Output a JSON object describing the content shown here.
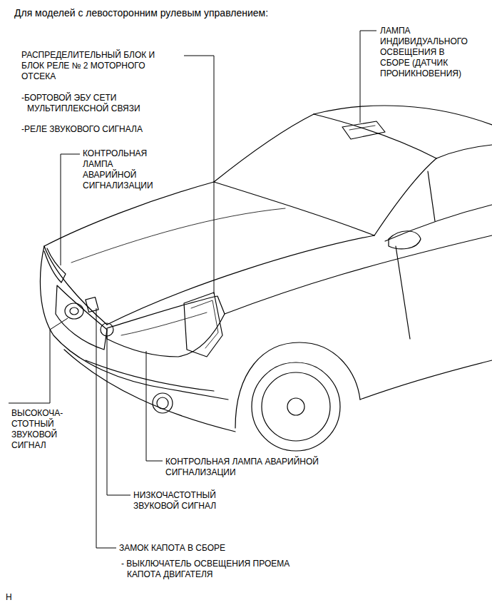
{
  "diagram": {
    "title": "Для моделей с левосторонним рулевым управлением:",
    "labels": [
      "ЛАМПА ИНДИВИДУАЛЬНОГО ОСВЕЩЕНИЯ В СБОРЕ (ДАТЧИК ПРОНИКНОВЕНИЯ)",
      "РАСПРЕДЕЛИТЕЛЬНЫЙ БЛОК И БЛОК РЕЛЕ № 2 МОТОРНОГО ОТСЕКА",
      "-БОРТОВОЙ ЭБУ СЕТИ МУЛЬТИПЛЕКСНОЙ СВЯЗИ",
      "-РЕЛЕ ЗВУКОВОГО СИГНАЛА",
      "КОНТРОЛЬНАЯ ЛАМПА АВАРИЙНОЙ СИГНАЛИЗАЦИИ",
      "ВЫСОКОЧА-СТОТНЫЙ ЗВУКОВОЙ СИГНАЛ",
      "КОНТРОЛЬНАЯ ЛАМПА АВАРИЙНОЙ СИГНАЛИЗАЦИИ",
      "НИЗКОЧАСТОТНЫЙ ЗВУКОВОЙ СИГНАЛ",
      "ЗАМОК КАПОТА В СБОРЕ",
      "- ВЫКЛЮЧАТЕЛЬ ОСВЕЩЕНИЯ ПРОЕМА КАПОТА ДВИГАТЕЛЯ",
      "H"
    ]
  }
}
